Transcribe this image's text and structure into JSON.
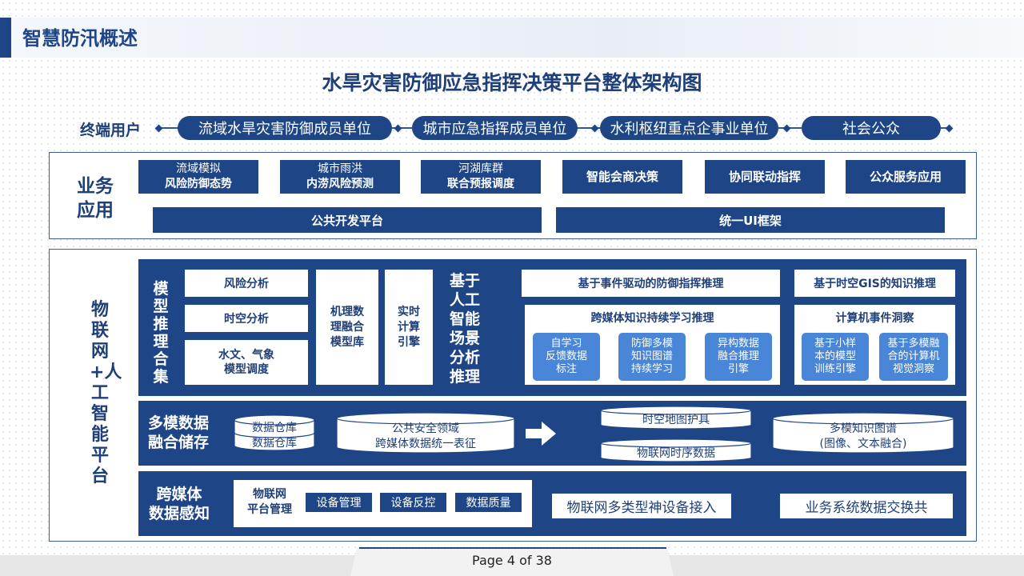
{
  "section_title": "智慧防汛概述",
  "main_title": "水旱灾害防御应急指挥决策平台整体架构图",
  "users": {
    "label": "终端用户",
    "items": [
      "流域水旱灾害防御成员单位",
      "城市应急指挥成员单位",
      "水利枢纽重点企事业单位",
      "社会公众"
    ]
  },
  "business": {
    "label_line1": "业务",
    "label_line2": "应用",
    "apps": [
      {
        "line1": "流域模拟",
        "line2": "风险防御态势"
      },
      {
        "line1": "城市雨洪",
        "line2": "内涝风险预测"
      },
      {
        "line1": "河湖库群",
        "line2": "联合预报调度"
      },
      {
        "line1": "",
        "line2": "智能会商决策"
      },
      {
        "line1": "",
        "line2": "协同联动指挥"
      },
      {
        "line1": "",
        "line2": "公众服务应用"
      }
    ],
    "platforms": [
      "公共开发平台",
      "统一UI框架"
    ]
  },
  "platform_label": "物联网+人工智能平台",
  "model": {
    "label": "模型推理合集",
    "left_items": [
      "风险分析",
      "时空分析",
      "水文、气象\n模型调度"
    ],
    "mech_box": "机理数\n理融合\n模型库",
    "realtime_box": "实时\n计算\n引擎",
    "ai_label": "基于\n人工\n智能\n场景\n分析\n推理",
    "event_reasoning": "基于事件驱动的防御指挥推理",
    "gis_reasoning": "基于时空GIS的知识推理",
    "cross_media": {
      "title": "跨媒体知识持续学习推理",
      "items": [
        "自学习\n反馈数据\n标注",
        "防御多模\n知识图谱\n持续学习",
        "异构数据\n融合推理\n引擎"
      ]
    },
    "computer_event": {
      "title": "计算机事件洞察",
      "items": [
        "基于小样\n本的模型\n训练引擎",
        "基于多模融\n合的计算机\n视觉洞察"
      ]
    }
  },
  "storage": {
    "label": "多模数据\n融合储存",
    "warehouse": [
      "数据仓库",
      "数据仓库"
    ],
    "public_safety": "公共安全领域\n跨媒体数据统一表征",
    "spatial_map": "时空地图护具",
    "iot_series": "物联网时序数据",
    "knowledge_graph": "多模知识图谱\n(图像、文本融合)"
  },
  "perception": {
    "label": "跨媒体\n数据感知",
    "iot_platform": "物联网\n平台管理",
    "buttons": [
      "设备管理",
      "设备反控",
      "数据质量"
    ],
    "device_access": "物联网多类型神设备接入",
    "business_exchange": "业务系统数据交换共"
  },
  "footer": {
    "page": "Page 4 of 38"
  },
  "colors": {
    "navy": "#1e4586",
    "light_blue": "#4a86d8",
    "title": "#1f3f78"
  }
}
